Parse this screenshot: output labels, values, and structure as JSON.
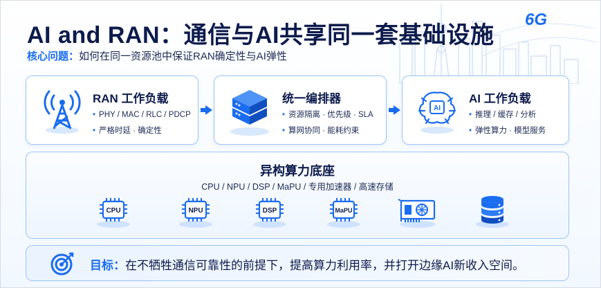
{
  "header": {
    "title": "AI and RAN：通信与AI共享同一套基础设施",
    "subtitle_label": "核心问题：",
    "subtitle_text": "如何在同一资源池中保证RAN确定性与AI弹性",
    "badge": "6G"
  },
  "cards": [
    {
      "title": "RAN 工作负载",
      "icon": "antenna-tower-icon",
      "items": [
        "PHY / MAC / RLC / PDCP",
        "严格时延 · 确定性"
      ]
    },
    {
      "title": "统一编排器",
      "icon": "server-stack-icon",
      "items": [
        "资源隔离 · 优先级 · SLA",
        "算网协同 · 能耗约束"
      ]
    },
    {
      "title": "AI 工作负载",
      "icon": "ai-brain-icon",
      "items": [
        "推理 / 缓存 / 分析",
        "弹性算力 · 模型服务"
      ]
    }
  ],
  "infra": {
    "title": "异构算力底座",
    "subtitle": "CPU / NPU / DSP / MaPU / 专用加速器 / 高速存储",
    "chips": [
      {
        "label": "CPU",
        "icon": "cpu-chip-icon"
      },
      {
        "label": "NPU",
        "icon": "npu-chip-icon"
      },
      {
        "label": "DSP",
        "icon": "dsp-chip-icon"
      },
      {
        "label": "MaPU",
        "icon": "mapu-chip-icon"
      },
      {
        "label": "",
        "icon": "accelerator-card-icon"
      },
      {
        "label": "",
        "icon": "database-storage-icon"
      }
    ]
  },
  "goal": {
    "label": "目标：",
    "text": "在不牺牲通信可靠性的前提下，提高算力利用率，并打开边缘AI新收入空间。",
    "icon": "target-icon"
  },
  "colors": {
    "accent": "#1a6cf0",
    "title": "#0d1b4c",
    "border": "#9cc4f6"
  }
}
